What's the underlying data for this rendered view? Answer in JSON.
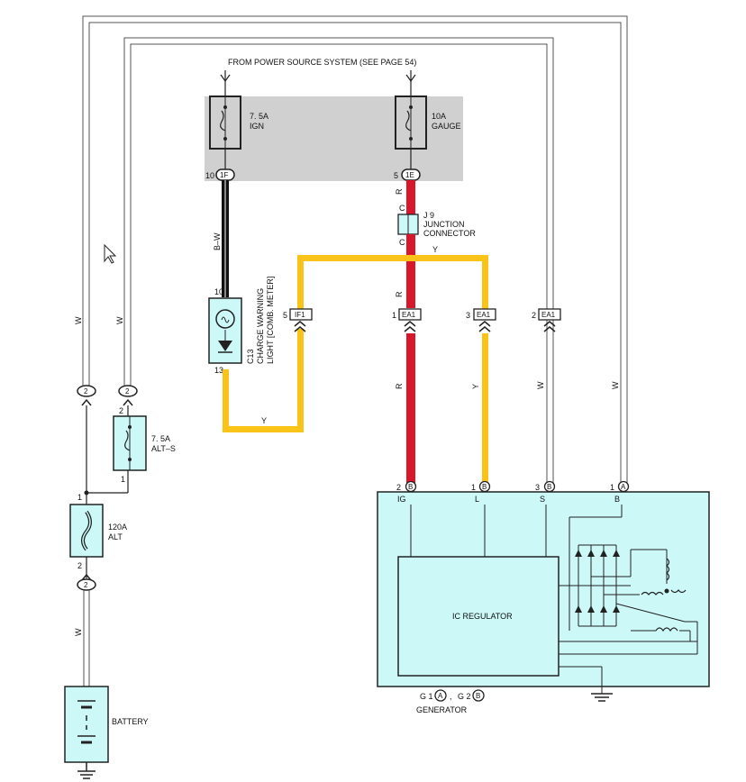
{
  "header": {
    "source_text": "FROM POWER SOURCE SYSTEM (SEE PAGE 54)"
  },
  "fuses": {
    "ign": {
      "rating": "7. 5A",
      "name": "IGN"
    },
    "gauge": {
      "rating": "10A",
      "name": "GAUGE"
    },
    "alt_s": {
      "rating": "7. 5A",
      "name": "ALT–S"
    },
    "alt": {
      "rating": "120A",
      "name": "ALT"
    }
  },
  "connectors": {
    "1F": "1F",
    "1E": "1E",
    "IF1": "IF1",
    "EA1": "EA1"
  },
  "pins": {
    "p10": "10",
    "p5": "5",
    "p1": "1",
    "p2": "2",
    "p3": "3",
    "p13": "13",
    "pB": "B",
    "pA": "A",
    "pC": "C"
  },
  "junction": {
    "id": "J 9",
    "line1": "JUNCTION",
    "line2": "CONNECTOR"
  },
  "charge_light": {
    "id": "C13",
    "line1": "CHARGE WARNING",
    "line2": "LIGHT [COMB. METER]"
  },
  "wire_colors": {
    "bw": "B–W",
    "r": "R",
    "y": "Y",
    "w": "W"
  },
  "generator": {
    "terminals": {
      "ig": "IG",
      "l": "L",
      "s": "S",
      "b": "B"
    },
    "regulator": "IC REGULATOR",
    "ref_g1": "G 1",
    "ref_g2": "G 2",
    "ref_a": "A",
    "ref_b": "B",
    "ref_sep": ",",
    "name": "GENERATOR"
  },
  "battery": {
    "name": "BATTERY"
  },
  "colors": {
    "red_wire": "#d8172a",
    "yellow_wire": "#f9c31a",
    "component_fill": "#ccf8f8",
    "shade": "#d0d0d0"
  }
}
